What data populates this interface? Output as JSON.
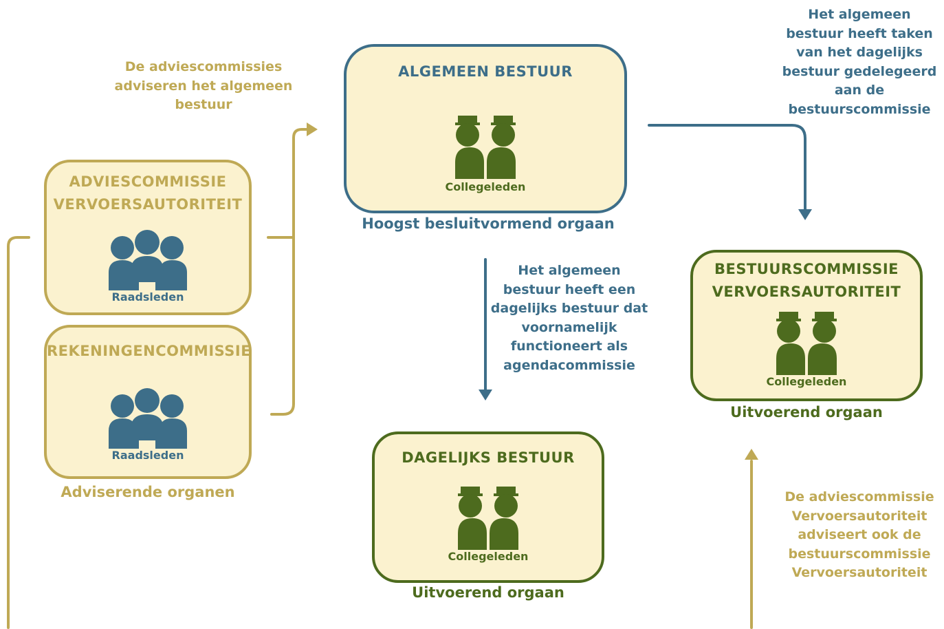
{
  "colors": {
    "gold": "#bfa955",
    "blue": "#3d6e89",
    "green": "#4d6b1e",
    "box_fill": "#fbf2cf"
  },
  "boxes": {
    "adviescommissie": {
      "title": "ADVIESCOMMISSIE\nVERVOERSAUTORITEIT",
      "icon": "people-group-icon",
      "label": "Raadsleden"
    },
    "rekeningencommissie": {
      "title": "REKENINGENCOMMISSIE",
      "icon": "people-group-icon",
      "label": "Raadsleden"
    },
    "algemeen_bestuur": {
      "title": "ALGEMEEN BESTUUR",
      "icon": "hatted-pair-icon",
      "label": "Collegeleden"
    },
    "dagelijks_bestuur": {
      "title": "DAGELIJKS BESTUUR",
      "icon": "hatted-pair-icon",
      "label": "Collegeleden"
    },
    "bestuurscommissie": {
      "title": "BESTUURSCOMMISSIE\nVERVOERSAUTORITEIT",
      "icon": "hatted-pair-icon",
      "label": "Collegeleden"
    }
  },
  "captions": {
    "adviserende": "Adviserende organen",
    "hoogst": "Hoogst besluitvormend orgaan",
    "uitvoerend_dagelijks": "Uitvoerend orgaan",
    "uitvoerend_bestuurscommissie": "Uitvoerend orgaan"
  },
  "notes": {
    "advies_ab": "De adviescommissies\nadviseren het algemeen\nbestuur",
    "ab_taken": "Het algemeen\nbestuur heeft taken\nvan het dagelijks\nbestuur gedelegeerd\naan de\nbestuurscommissie",
    "ab_db": "Het algemeen\nbestuur heeft een\ndagelijks bestuur dat\nvoornamelijk\nfunctioneert als\nagendacommissie",
    "advies_bc": "De adviescommissie\nVervoersautoriteit\nadviseert ook de\nbestuurscommissie\nVervoersautoriteit"
  }
}
